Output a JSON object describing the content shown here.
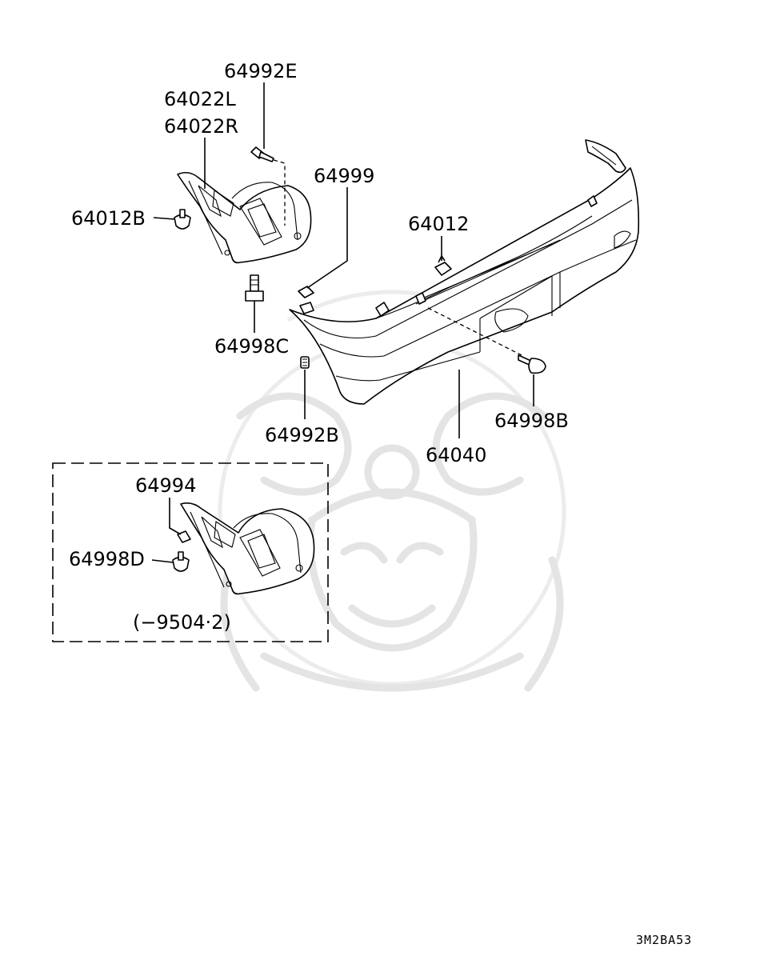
{
  "diagram": {
    "labels": {
      "p64992E": "64992E",
      "p64022L": "64022L",
      "p64022R": "64022R",
      "p64012B": "64012B",
      "p64999": "64999",
      "p64012": "64012",
      "p64998C": "64998C",
      "p64992B": "64992B",
      "p64040": "64040",
      "p64998B": "64998B",
      "p64994": "64994",
      "p64998D": "64998D"
    },
    "inset_note": "(−9504·2)",
    "figure_code": "3M2BA53"
  }
}
